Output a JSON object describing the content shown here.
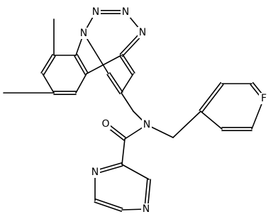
{
  "structure": {
    "atom_labels": {
      "n_tetrazole_1": "N",
      "n_tetrazole_2": "N",
      "n_tetrazole_3": "N",
      "n_tetrazole_4": "N",
      "n_amide": "N",
      "o_carbonyl": "O",
      "f_fluoro": "F",
      "n_pyrazine_1": "N",
      "n_pyrazine_2": "N"
    }
  }
}
